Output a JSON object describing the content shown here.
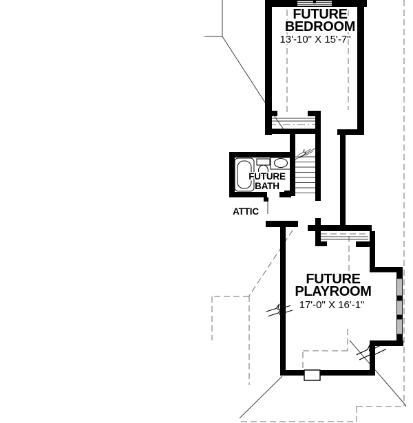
{
  "rooms": {
    "bedroom": {
      "label_line1": "FUTURE",
      "label_line2": "BEDROOM",
      "dimensions": "13'-10\" X 15'-7\""
    },
    "bath": {
      "label_line1": "FUTURE",
      "label_line2": "BATH"
    },
    "attic": {
      "label": "ATTIC"
    },
    "playroom": {
      "label_line1": "FUTURE",
      "label_line2": "PLAYROOM",
      "dimensions": "17'-0\" X 16'-1\""
    }
  },
  "colors": {
    "wall": "#000000",
    "thin_line": "#3a3a3a",
    "dashed_line": "#6e6e6e",
    "glazing_fill": "#bdbdbd",
    "background": "#ffffff"
  }
}
